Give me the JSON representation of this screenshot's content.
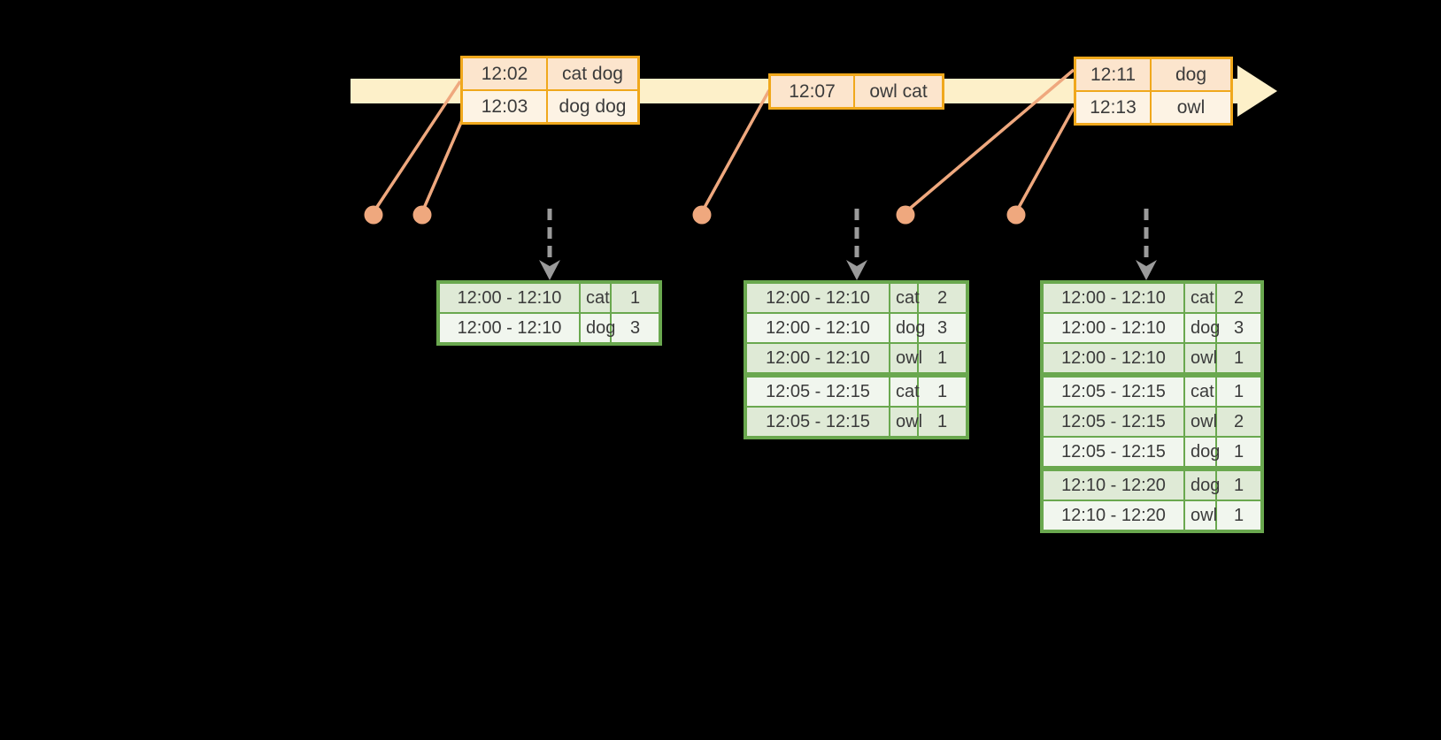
{
  "diagram": {
    "kind": "streaming-windowed-word-count",
    "colors": {
      "background": "#000000",
      "timeline_band": "#fdf0c9",
      "event_border": "#f0a81c",
      "event_fill_dark": "#fce5cd",
      "event_fill_light": "#fdf3e4",
      "result_border": "#6aa84f",
      "result_fill_dark": "#dfead6",
      "result_fill_light": "#f1f6ee",
      "connector": "#efa87e",
      "trigger_arrow": "#9b9b9b"
    },
    "event_tables": [
      {
        "rows": [
          [
            "12:02",
            "cat dog"
          ],
          [
            "12:03",
            "dog dog"
          ]
        ]
      },
      {
        "rows": [
          [
            "12:07",
            "owl cat"
          ]
        ]
      },
      {
        "rows": [
          [
            "12:11",
            "dog"
          ],
          [
            "12:13",
            "owl"
          ]
        ]
      }
    ],
    "result_tables": [
      {
        "rows": [
          [
            "12:00 - 12:10",
            "cat",
            "1"
          ],
          [
            "12:00 - 12:10",
            "dog",
            "3"
          ]
        ],
        "group_breaks": []
      },
      {
        "rows": [
          [
            "12:00 - 12:10",
            "cat",
            "2"
          ],
          [
            "12:00 - 12:10",
            "dog",
            "3"
          ],
          [
            "12:00 - 12:10",
            "owl",
            "1"
          ],
          [
            "12:05 - 12:15",
            "cat",
            "1"
          ],
          [
            "12:05 - 12:15",
            "owl",
            "1"
          ]
        ],
        "group_breaks": [
          2
        ]
      },
      {
        "rows": [
          [
            "12:00 - 12:10",
            "cat",
            "2"
          ],
          [
            "12:00 - 12:10",
            "dog",
            "3"
          ],
          [
            "12:00 - 12:10",
            "owl",
            "1"
          ],
          [
            "12:05 - 12:15",
            "cat",
            "1"
          ],
          [
            "12:05 - 12:15",
            "owl",
            "2"
          ],
          [
            "12:05 - 12:15",
            "dog",
            "1"
          ],
          [
            "12:10 - 12:20",
            "dog",
            "1"
          ],
          [
            "12:10 - 12:20",
            "owl",
            "1"
          ]
        ],
        "group_breaks": [
          2,
          5
        ]
      }
    ]
  }
}
